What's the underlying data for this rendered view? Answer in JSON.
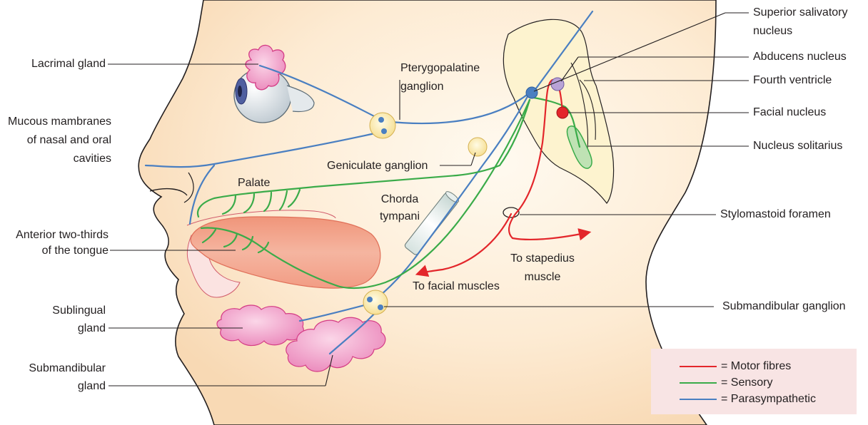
{
  "labels": {
    "lacrimal_gland": "Lacrimal gland",
    "mucous_1": "Mucous mambranes",
    "mucous_2": "of nasal and oral",
    "mucous_3": "cavities",
    "anterior_1": "Anterior two-thirds",
    "anterior_2": "of the tongue",
    "sublingual_1": "Sublingual",
    "sublingual_2": "gland",
    "submandibular_1": "Submandibular",
    "submandibular_2": "gland",
    "pterygo_1": "Pterygopalatine",
    "pterygo_2": "ganglion",
    "geniculate": "Geniculate ganglion",
    "palate": "Palate",
    "chorda_1": "Chorda",
    "chorda_2": "tympani",
    "facial_muscles": "To facial muscles",
    "stapedius_1": "To stapedius",
    "stapedius_2": "muscle",
    "sup_saliv_1": "Superior salivatory",
    "sup_saliv_2": "nucleus",
    "abducens": "Abducens nucleus",
    "fourth_ventricle": "Fourth ventricle",
    "facial_nucleus": "Facial nucleus",
    "nucleus_solitarius": "Nucleus solitarius",
    "stylomastoid": "Stylomastoid foramen",
    "submandibular_ganglion": "Submandibular ganglion"
  },
  "legend": [
    {
      "label": "= Motor fibres",
      "color": "#e3262b"
    },
    {
      "label": "= Sensory",
      "color": "#3aab49"
    },
    {
      "label": "= Parasympathetic",
      "color": "#4a7fc1"
    }
  ],
  "colors": {
    "skin": "#fbe9d2",
    "skin_outline": "#231f20",
    "brainstem": "#fdf3cf",
    "gland": "#f4a7cb",
    "tongue": "#f2a78f",
    "motor": "#e3262b",
    "sensory": "#3aab49",
    "parasympathetic": "#4a7fc1",
    "legend_bg": "#f8e4e4"
  }
}
